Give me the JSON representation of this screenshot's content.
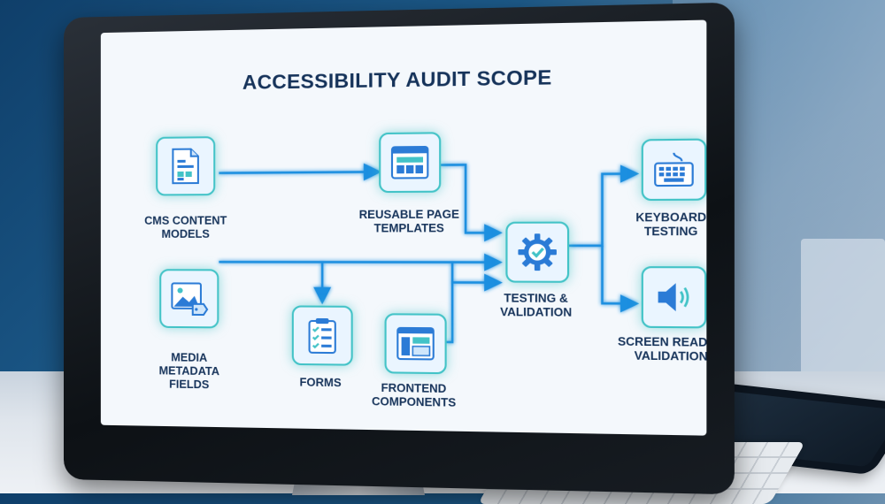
{
  "diagram": {
    "title": "ACCESSIBILITY AUDIT SCOPE",
    "nodes": {
      "cms": {
        "line1": "CMS CONTENT",
        "line2": "MODELS",
        "icon": "document-icon"
      },
      "templates": {
        "line1": "REUSABLE PAGE",
        "line2": "TEMPLATES",
        "icon": "browser-template-icon"
      },
      "media": {
        "line1": "MEDIA",
        "line2": "METADATA",
        "line3": "FIELDS",
        "icon": "image-tag-icon"
      },
      "forms": {
        "line1": "FORMS",
        "icon": "clipboard-checklist-icon"
      },
      "frontend": {
        "line1": "FRONTEND",
        "line2": "COMPONENTS",
        "icon": "component-layout-icon"
      },
      "testing": {
        "line1": "TESTING &",
        "line2": "VALIDATION",
        "icon": "gear-check-icon"
      },
      "keyboard": {
        "line1": "KEYBOARD",
        "line2": "TESTING",
        "icon": "keyboard-icon"
      },
      "screenreader": {
        "line1": "SCREEN READER",
        "line2": "VALIDATION",
        "icon": "speaker-icon"
      }
    },
    "colors": {
      "accent": "#43c3c7",
      "arrow": "#1f8fe0",
      "title": "#16335a",
      "icon": "#2b7bd6"
    }
  }
}
